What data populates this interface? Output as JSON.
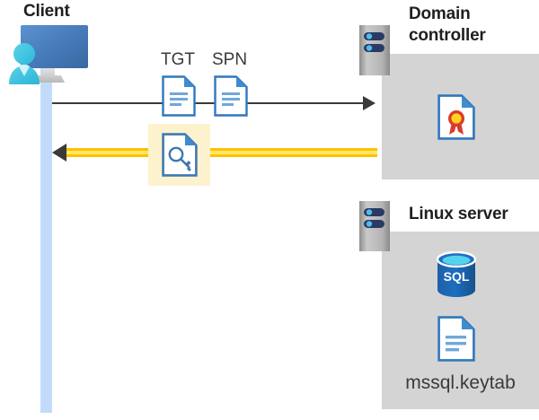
{
  "diagram": {
    "title_client": "Client",
    "title_domain_controller": "Domain\ncontroller",
    "title_linux_server": "Linux server",
    "labels": {
      "tgt": "TGT",
      "spn": "SPN",
      "keytab_file": "mssql.keytab"
    },
    "icons": {
      "client": "client-workstation-icon",
      "domain_controller_server": "server-rack-icon",
      "linux_server": "server-rack-icon",
      "tgt_document": "document-icon",
      "spn_document": "document-icon",
      "service_ticket_document": "document-with-key-icon",
      "certificate_document": "certificate-document-icon",
      "sql_database": "sql-database-icon",
      "keytab_document": "document-icon"
    },
    "flows": [
      {
        "name": "request-flow",
        "direction": "client-to-domain-controller",
        "style": "thin-dark-arrow",
        "carries": [
          "TGT",
          "SPN"
        ]
      },
      {
        "name": "response-flow",
        "direction": "domain-controller-to-client",
        "style": "thick-yellow-arrow",
        "carries": [
          "service-ticket"
        ]
      }
    ],
    "colors": {
      "panel_gray": "#d4d4d4",
      "lifeline_blue": "#c3dbfb",
      "highlight_yellow": "#fdf2ce",
      "arrow_yellow": "#ffc000",
      "arrow_yellow_light": "#ffe766",
      "arrow_dark": "#3b3a39",
      "doc_blue": "#2f77bf",
      "doc_blue_light": "#5b9bd5",
      "accent_cyan": "#33bedc",
      "monitor_blue": "#4a7ebd",
      "cert_red": "#e03a2f",
      "cert_gold": "#ffd21f",
      "sql_blue": "#1f6fc4",
      "title_text": "#201f1e"
    }
  }
}
